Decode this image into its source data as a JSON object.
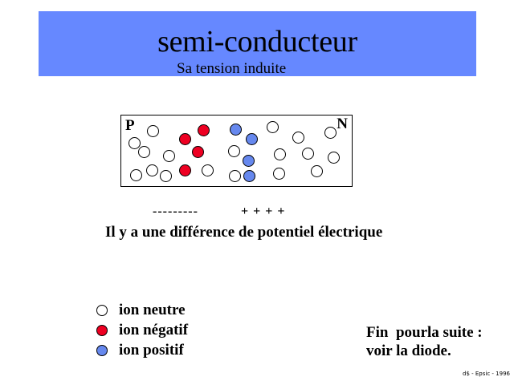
{
  "banner": {
    "color": "#6688ff",
    "title": "semi-conducteur",
    "subtitle": "Sa tension induite"
  },
  "diagram": {
    "label_p": "P",
    "label_n": "N",
    "colors": {
      "neutral": "#ffffff",
      "negative": "#ee0022",
      "positive": "#6688ee"
    },
    "ions": [
      {
        "type": "neutral",
        "region": "P"
      },
      {
        "type": "neutral",
        "region": "P"
      },
      {
        "type": "neutral",
        "region": "P"
      },
      {
        "type": "neutral",
        "region": "P"
      },
      {
        "type": "neutral",
        "region": "P"
      },
      {
        "type": "neutral",
        "region": "P"
      },
      {
        "type": "neutral",
        "region": "P"
      },
      {
        "type": "negative",
        "region": "P"
      },
      {
        "type": "negative",
        "region": "P"
      },
      {
        "type": "negative",
        "region": "P"
      },
      {
        "type": "negative",
        "region": "P"
      },
      {
        "type": "neutral",
        "region": "P"
      },
      {
        "type": "positive",
        "region": "N"
      },
      {
        "type": "positive",
        "region": "N"
      },
      {
        "type": "neutral",
        "region": "N"
      },
      {
        "type": "positive",
        "region": "N"
      },
      {
        "type": "neutral",
        "region": "N"
      },
      {
        "type": "positive",
        "region": "N"
      },
      {
        "type": "neutral",
        "region": "N"
      },
      {
        "type": "neutral",
        "region": "N"
      },
      {
        "type": "neutral",
        "region": "N"
      },
      {
        "type": "neutral",
        "region": "N"
      },
      {
        "type": "neutral",
        "region": "N"
      },
      {
        "type": "neutral",
        "region": "N"
      },
      {
        "type": "neutral",
        "region": "N"
      },
      {
        "type": "neutral",
        "region": "N"
      }
    ]
  },
  "charges": {
    "negative": "---------",
    "positive": "+ + + +"
  },
  "statement": "Il y a une différence de potentiel électrique",
  "legend": [
    {
      "type": "neutral",
      "label": "ion neutre"
    },
    {
      "type": "negative",
      "label": "ion négatif"
    },
    {
      "type": "positive",
      "label": "ion positif"
    }
  ],
  "endnote": {
    "line1": "Fin  pourla suite :",
    "line2": "voir la diode."
  },
  "footer": "d$ - Epsic - 1996"
}
